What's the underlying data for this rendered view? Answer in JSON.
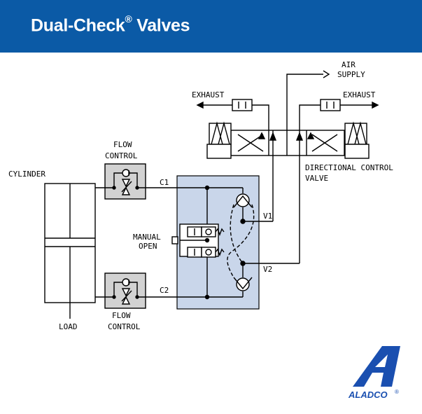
{
  "header": {
    "title_main": "Dual-Check",
    "title_reg": "®",
    "title_rest": " Valves",
    "bg_color": "#0b5aa6"
  },
  "labels": {
    "air_supply_1": "AIR",
    "air_supply_2": "SUPPLY",
    "exhaust_left": "EXHAUST",
    "exhaust_right": "EXHAUST",
    "flow_control_top_1": "FLOW",
    "flow_control_top_2": "CONTROL",
    "flow_control_bottom_1": "FLOW",
    "flow_control_bottom_2": "CONTROL",
    "cylinder": "CYLINDER",
    "load": "LOAD",
    "c1": "C1",
    "c2": "C2",
    "v1": "V1",
    "v2": "V2",
    "manual_open_1": "MANUAL",
    "manual_open_2": "OPEN",
    "directional_1": "DIRECTIONAL  CONTROL",
    "directional_2": "VALVE"
  },
  "logo": {
    "text": "ALADCO",
    "mark": "®",
    "color": "#1a4fb0"
  },
  "colors": {
    "valve_block": "#c9d6ea",
    "flow_box": "#d2d2d2",
    "line": "#000000"
  }
}
